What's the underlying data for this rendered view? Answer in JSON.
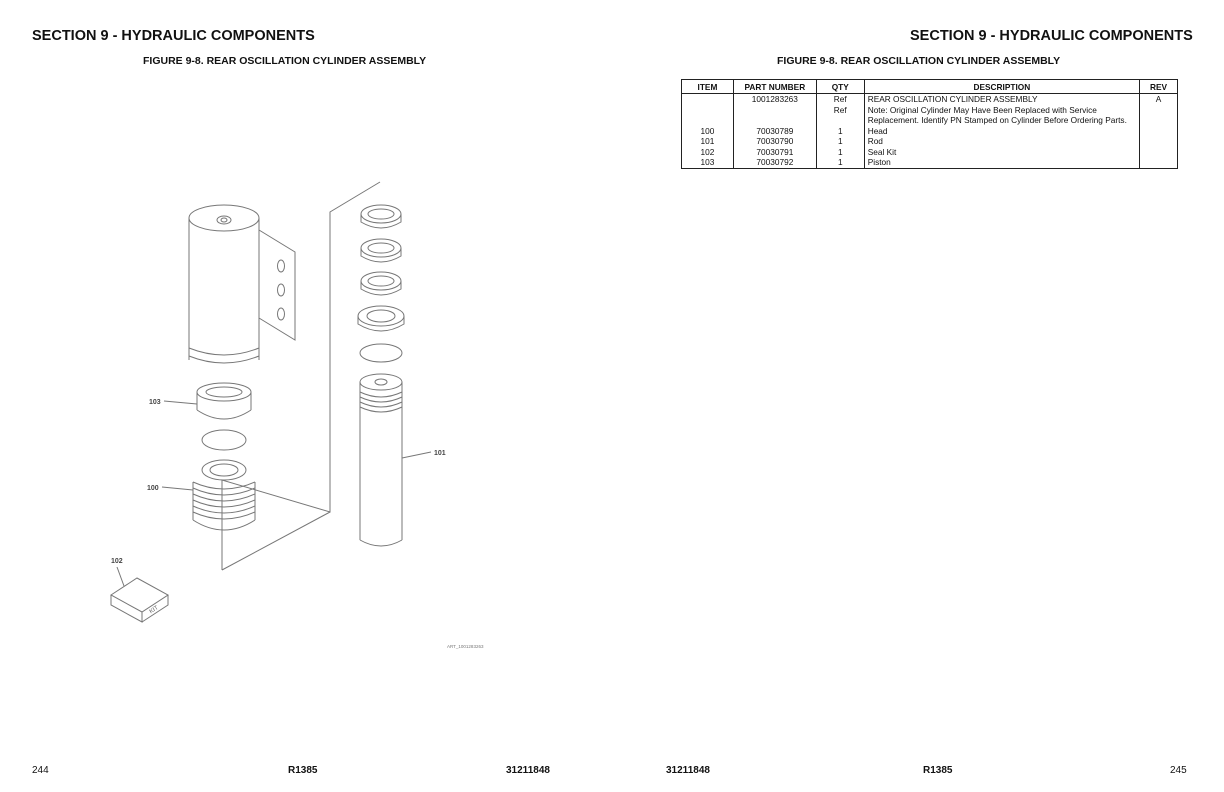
{
  "left_page": {
    "section_title": "SECTION 9 - HYDRAULIC COMPONENTS",
    "figure_title": "FIGURE 9-8. REAR OSCILLATION CYLINDER ASSEMBLY",
    "callouts": {
      "c103": "103",
      "c100": "100",
      "c101": "101",
      "c102": "102"
    },
    "kit_label": "KIT",
    "art_id": "ART_1001283263",
    "footer": {
      "page_number": "244",
      "revision": "R1385",
      "doc_number": "31211848"
    }
  },
  "right_page": {
    "section_title": "SECTION 9 - HYDRAULIC COMPONENTS",
    "figure_title": "FIGURE 9-8. REAR OSCILLATION CYLINDER ASSEMBLY",
    "table": {
      "headers": {
        "item": "ITEM",
        "part_number": "PART NUMBER",
        "qty": "QTY",
        "description": "DESCRIPTION",
        "rev": "REV"
      },
      "rows": [
        {
          "item": "",
          "part_number": "1001283263",
          "qty": "Ref",
          "description": "REAR OSCILLATION CYLINDER ASSEMBLY",
          "rev": "A"
        },
        {
          "item": "",
          "part_number": "",
          "qty": "Ref",
          "description": "Note: Original Cylinder May Have Been Replaced with Service Replacement. Identify PN Stamped on Cylinder Before Ordering Parts.",
          "rev": ""
        },
        {
          "item": "100",
          "part_number": "70030789",
          "qty": "1",
          "description": "Head",
          "rev": ""
        },
        {
          "item": "101",
          "part_number": "70030790",
          "qty": "1",
          "description": "Rod",
          "rev": ""
        },
        {
          "item": "102",
          "part_number": "70030791",
          "qty": "1",
          "description": "Seal Kit",
          "rev": ""
        },
        {
          "item": "103",
          "part_number": "70030792",
          "qty": "1",
          "description": "Piston",
          "rev": ""
        }
      ]
    },
    "footer": {
      "doc_number": "31211848",
      "revision": "R1385",
      "page_number": "245"
    }
  }
}
